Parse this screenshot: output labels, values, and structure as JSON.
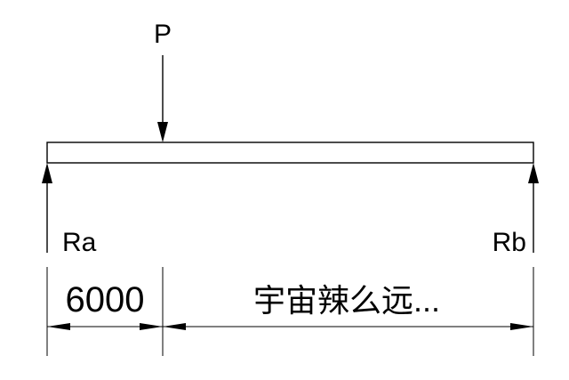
{
  "diagram": {
    "load_label": "P",
    "left_reaction_label": "Ra",
    "right_reaction_label": "Rb",
    "left_dimension": "6000",
    "right_dimension": "宇宙辣么远..."
  }
}
